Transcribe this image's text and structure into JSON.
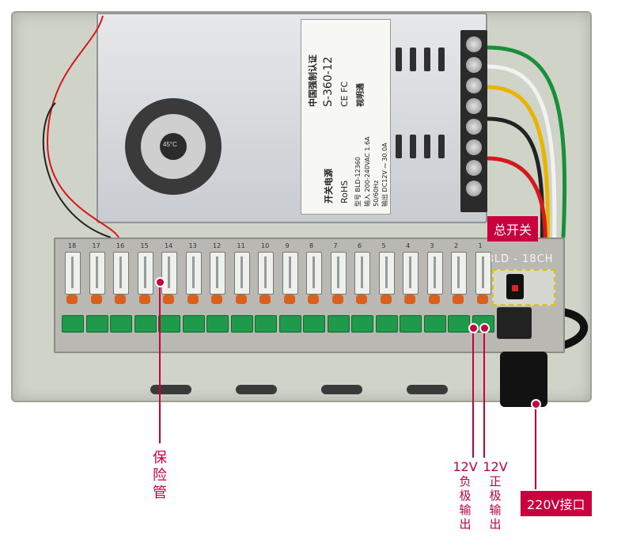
{
  "psu_label": {
    "cert": "中国强制认证",
    "model_code": "S-360-12",
    "product_type": "开关电源",
    "rohs": "RoHS",
    "ce_fc": "CE  FC",
    "model_line": "型号 BLD-12360",
    "input_line": "输入 200-240VAC 1.6A",
    "freq_line": "50/60Hz",
    "output_line": "输出 DC12V ⎓ 30.0A",
    "brand": "视明通"
  },
  "fan_label": "45°C",
  "board": {
    "model": "BLD - 18CH",
    "channels": [
      "18",
      "17",
      "16",
      "15",
      "14",
      "13",
      "12",
      "11",
      "10",
      "9",
      "8",
      "7",
      "6",
      "5",
      "4",
      "3",
      "2",
      "1"
    ]
  },
  "annotations": {
    "main_switch": "总开关",
    "fuse": "保险管",
    "negative_output": [
      "12V",
      "负",
      "极",
      "输",
      "出"
    ],
    "positive_output": [
      "12V",
      "正",
      "极",
      "输",
      "出"
    ],
    "ac_inlet": "220V接口"
  },
  "colors": {
    "accent": "#c8003e",
    "terminal_green": "#1e9a4a",
    "enclosure": "#cfd3c8"
  }
}
